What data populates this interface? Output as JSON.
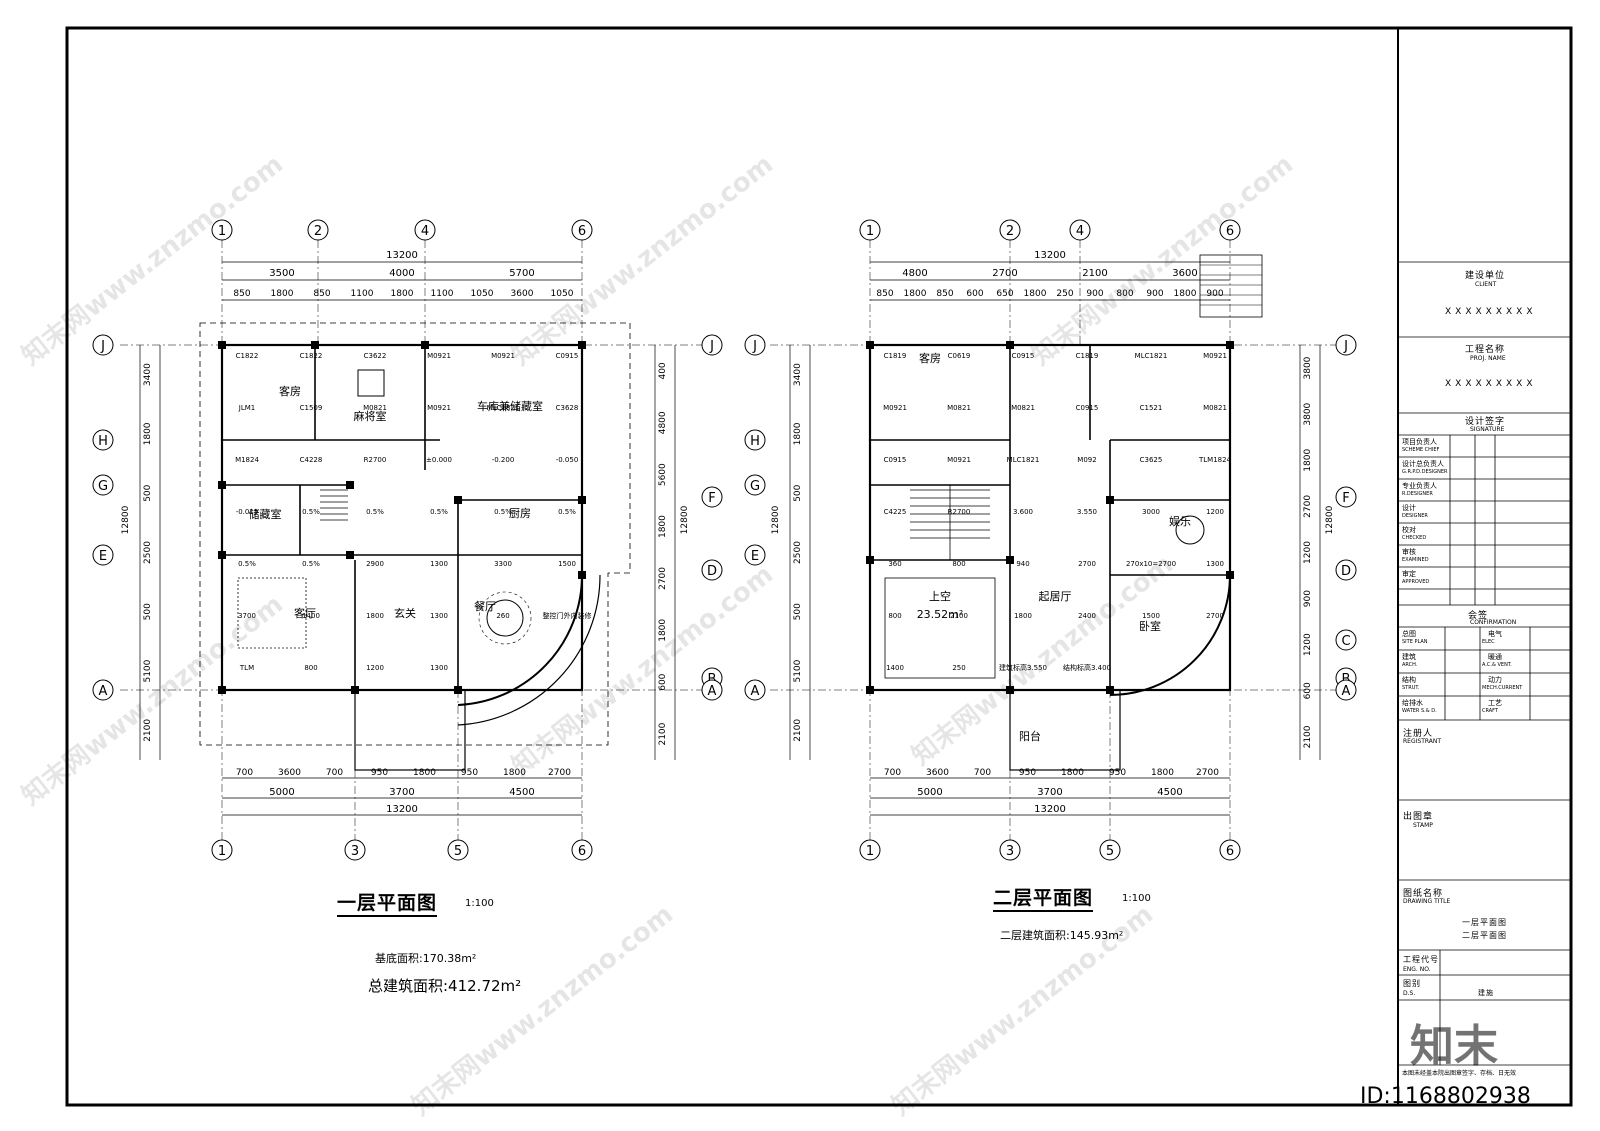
{
  "titleblock": {
    "client_zh": "建设单位",
    "client_en": "CLIENT",
    "client_val": "XXXXXXXXX",
    "proj_zh": "工程名称",
    "proj_en": "PROJ. NAME",
    "proj_val": "XXXXXXXXX",
    "sign_zh": "设计签字",
    "sign_en": "SIGNATURE",
    "roles": [
      {
        "zh": "项目负责人",
        "en": "SCHEME CHIEF"
      },
      {
        "zh": "设计总负责人",
        "en": "G.R.P.D.DESIGNER"
      },
      {
        "zh": "专业负责人",
        "en": "R.DESIGNER"
      },
      {
        "zh": "设计",
        "en": "DESIGNER"
      },
      {
        "zh": "校对",
        "en": "CHECKED"
      },
      {
        "zh": "审核",
        "en": "EXAMINED"
      },
      {
        "zh": "审定",
        "en": "APPROVED"
      }
    ],
    "confirm_zh": "会签",
    "confirm_en": "CONFIRMATION",
    "confirm_rows": [
      {
        "a_zh": "总图",
        "a_en": "SITE PLAN",
        "b_zh": "电气",
        "b_en": "ELEC"
      },
      {
        "a_zh": "建筑",
        "a_en": "ARCH.",
        "b_zh": "暖通",
        "b_en": "A.C.& VENT."
      },
      {
        "a_zh": "结构",
        "a_en": "STRUT.",
        "b_zh": "动力",
        "b_en": "MECH.CURRENT"
      },
      {
        "a_zh": "给排水",
        "a_en": "WATER S.& D.",
        "b_zh": "工艺",
        "b_en": "CRAFT"
      }
    ],
    "reg_zh": "注册人",
    "reg_en": "REGISTRANT",
    "stamp_zh": "出图章",
    "stamp_en": "STAMP",
    "dtitle_zh": "图纸名称",
    "dtitle_en": "DRAWING TITLE",
    "dtitle_1": "一层平面图",
    "dtitle_2": "二层平面图",
    "eng_no_zh": "工程代号",
    "eng_no_en": "ENG. NO.",
    "ds_zh": "图别",
    "ds_en": "D.S.",
    "ds_val": "建施",
    "footnote": "本图未经盖本院出图章签字、存档、日无效"
  },
  "plans": [
    {
      "title": "一层平面图",
      "scale": "1:100",
      "area1": "基底面积:170.38m²",
      "area2": "总建筑面积:412.72m²",
      "rooms": [
        "客房",
        "麻将室",
        "车库兼储藏室",
        "储藏室",
        "厨房",
        "客厅",
        "玄关",
        "餐厅"
      ],
      "top_dims_total": "13200",
      "top_dims_1": [
        "3500",
        "4000",
        "5700"
      ],
      "top_dims_2": [
        "850",
        "1800",
        "850",
        "1100",
        "1800",
        "1100",
        "1050",
        "3600",
        "1050"
      ],
      "bot_dims_1": [
        "700",
        "3600",
        "700",
        "950",
        "1800",
        "950",
        "1800",
        "2700"
      ],
      "bot_dims_2": [
        "5000",
        "3700",
        "4500"
      ],
      "bot_dims_total": "13200",
      "axes_top": [
        "1",
        "2",
        "4",
        "6"
      ],
      "axes_bot": [
        "1",
        "3",
        "5",
        "6"
      ],
      "axes_left": [
        "J",
        "H",
        "G",
        "E",
        "A"
      ],
      "axes_right": [
        "J",
        "F",
        "D",
        "B",
        "A"
      ],
      "left_dims": [
        "3400",
        "1800",
        "500",
        "2500",
        "500",
        "5100",
        "2100"
      ],
      "left_dims2": [
        "12800"
      ],
      "right_dims": [
        "400",
        "4800",
        "5600",
        "1800",
        "2700",
        "1800",
        "600",
        "2100"
      ],
      "right_dims2": [
        "12800"
      ],
      "labels": [
        "C1822",
        "C1822",
        "C3622",
        "M0921",
        "M0921",
        "C0915",
        "JLM1",
        "C1509",
        "M0821",
        "M0921",
        "MLC1821",
        "C3628",
        "M1824",
        "C4228",
        "R2700",
        "±0.000",
        "-0.200",
        "-0.050",
        "-0.015",
        "0.5%",
        "0.5%",
        "0.5%",
        "0.5%",
        "0.5%",
        "0.5%",
        "0.5%",
        "2900",
        "1300",
        "3300",
        "1500",
        "3700",
        "1400",
        "1800",
        "1300",
        "260",
        "整控门外内装修",
        "TLM",
        "800",
        "1200",
        "1300"
      ]
    },
    {
      "title": "二层平面图",
      "scale": "1:100",
      "area1": "二层建筑面积:145.93m²",
      "rooms": [
        "客房",
        "上空",
        "起居厅",
        "阳台",
        "卧室",
        "娱乐"
      ],
      "void_area": "23.52m²",
      "top_dims_total": "13200",
      "top_dims_1": [
        "4800",
        "2700",
        "2100",
        "3600"
      ],
      "top_dims_2": [
        "850",
        "1800",
        "850",
        "600",
        "650",
        "1800",
        "250",
        "900",
        "800",
        "900",
        "1800",
        "900"
      ],
      "bot_dims_1": [
        "700",
        "3600",
        "700",
        "950",
        "1800",
        "950",
        "1800",
        "2700"
      ],
      "bot_dims_2": [
        "5000",
        "3700",
        "4500"
      ],
      "bot_dims_total": "13200",
      "axes_top": [
        "1",
        "2",
        "4",
        "6"
      ],
      "axes_bot": [
        "1",
        "3",
        "5",
        "6"
      ],
      "axes_left": [
        "J",
        "H",
        "G",
        "E",
        "A"
      ],
      "axes_right": [
        "J",
        "F",
        "D",
        "C",
        "B",
        "A"
      ],
      "left_dims": [
        "3400",
        "1800",
        "500",
        "2500",
        "500",
        "5100",
        "2100"
      ],
      "left_dims2": [
        "12800"
      ],
      "right_dims": [
        "3800",
        "3800",
        "1800",
        "2700",
        "1200",
        "900",
        "1200",
        "600",
        "2100"
      ],
      "right_dims2": [
        "12800"
      ],
      "labels": [
        "C1819",
        "C0619",
        "C0915",
        "C1819",
        "MLC1821",
        "M0921",
        "M0921",
        "M0821",
        "M0821",
        "C0915",
        "C1521",
        "M0821",
        "C0915",
        "M0921",
        "MLC1821",
        "M092",
        "C3625",
        "TLM1824",
        "C4225",
        "R2700",
        "3.600",
        "3.550",
        "3000",
        "1200",
        "360",
        "800",
        "940",
        "2700",
        "270x10=2700",
        "1300",
        "800",
        "2100",
        "1800",
        "2400",
        "1500",
        "2700",
        "1400",
        "250",
        "建筑标高3.550",
        "结构标高3.400"
      ]
    }
  ],
  "id_text": "ID:1168802938",
  "logo_text": "知末",
  "watermark": "知末网www.znzmo.com"
}
